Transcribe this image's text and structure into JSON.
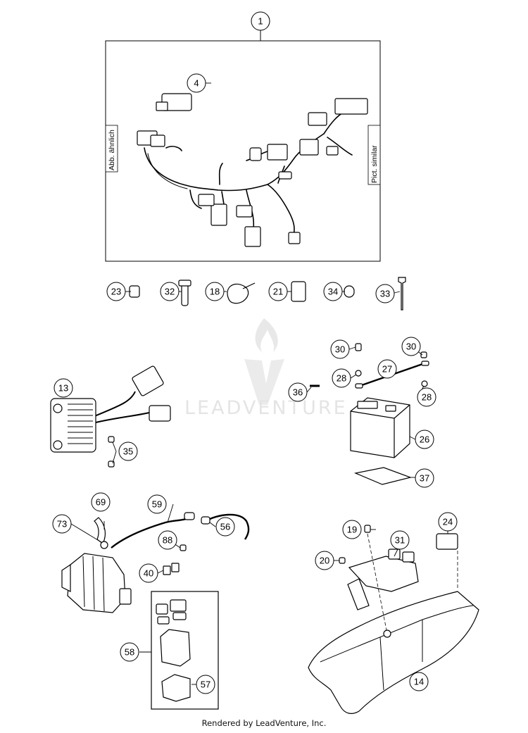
{
  "diagram": {
    "side_label_left": "Abb. ähnlich",
    "side_label_right": "Pict. similar",
    "watermark": "LEADVENTURE",
    "footer": "Rendered by LeadVenture, Inc.",
    "callouts": {
      "c1": "1",
      "c4": "4",
      "c23": "23",
      "c32": "32",
      "c18": "18",
      "c21": "21",
      "c34": "34",
      "c33": "33",
      "c30a": "30",
      "c30b": "30",
      "c27": "27",
      "c28a": "28",
      "c28b": "28",
      "c36": "36",
      "c26": "26",
      "c37": "37",
      "c13": "13",
      "c35": "35",
      "c69": "69",
      "c59": "59",
      "c73": "73",
      "c56": "56",
      "c88": "88",
      "c40": "40",
      "c58": "58",
      "c57": "57",
      "c19": "19",
      "c31": "31",
      "c24": "24",
      "c20": "20",
      "c14": "14"
    }
  }
}
